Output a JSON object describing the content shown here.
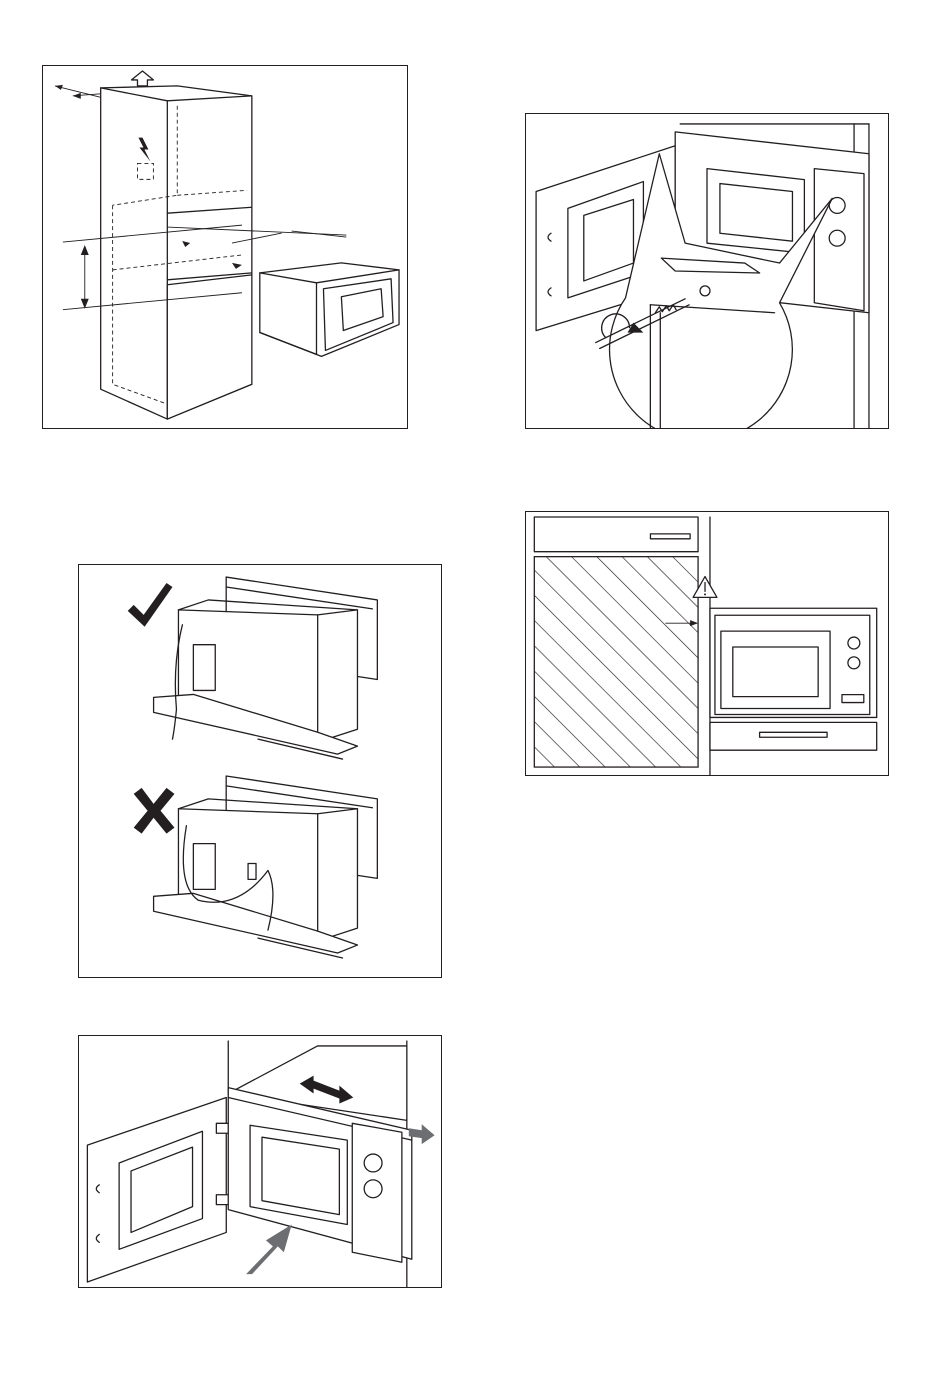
{
  "figures": [
    {
      "id": "cabinet-dimensions-figure",
      "icons": [
        "up-arrow-icon",
        "electric-hazard-icon",
        "dimension-arrows-icon"
      ]
    },
    {
      "id": "door-screw-detail-figure",
      "icons": [
        "magnifier-detail-icon",
        "screwdriver-icon",
        "rotate-arrow-icon"
      ]
    },
    {
      "id": "cable-routing-figure",
      "icons": [
        "check-mark-icon",
        "cross-mark-icon"
      ]
    },
    {
      "id": "side-clearance-figure",
      "icons": [
        "warning-triangle-icon",
        "clearance-arrows-icon"
      ]
    },
    {
      "id": "push-in-figure",
      "icons": [
        "double-arrow-icon",
        "push-arrow-icon",
        "slide-arrow-icon"
      ]
    }
  ],
  "colors": {
    "line": "#231f20",
    "arrow": "#6d6e71",
    "hatch": "#231f20",
    "background": "#ffffff"
  }
}
